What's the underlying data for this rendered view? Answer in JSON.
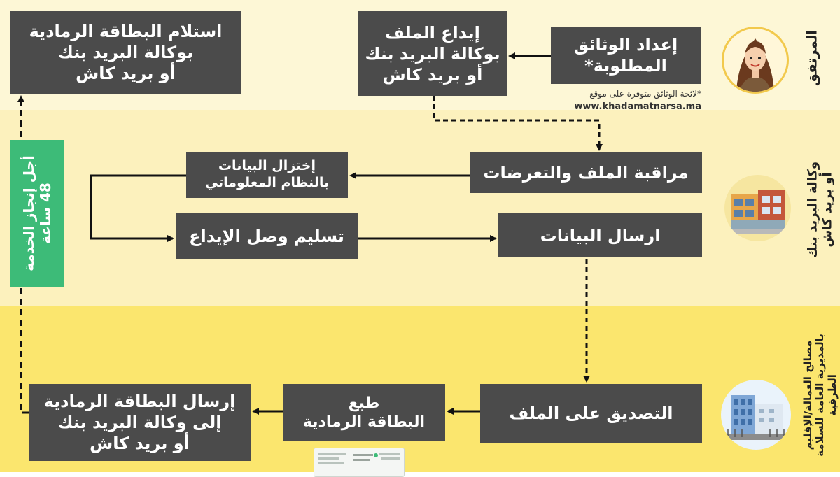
{
  "rows": {
    "applicant": "المرتفق",
    "post_office": "وكالة البريد بنك\nأو بريد كاش",
    "regional_service": "مصالح العمالة/الإقليم\nبالمديرية العامة للسلامة الطرقية"
  },
  "boxes": {
    "receive_card": "استلام البطاقة الرمادية\nبوكالة البريد بنك\nأو بريد كاش",
    "deposit_file": "إيداع الملف\nبوكالة البريد بنك\nأو بريد كاش",
    "prepare_docs": "إعداد الوثائق\nالمطلوبة*",
    "check_file": "مراقبة الملف والتعرضات",
    "enter_data": "إختزال البيانات\nبالنظام المعلوماتي",
    "deposit_receipt": "تسليم وصل الإيداع",
    "send_data": "ارسال البيانات",
    "validate_file": "التصديق على الملف",
    "print_card": "طبع\nالبطاقة الرمادية",
    "send_card": "إرسال البطاقة الرمادية\nإلى وكالة البريد بنك\nأو بريد كاش"
  },
  "note": {
    "text": "*لائحة الوثائق متوفرة على موقع",
    "site": "www.khadamatnarsa.ma"
  },
  "green_label": "أجل إنجاز الخدمة\n48 ساعة",
  "icons": {
    "applicant": "woman-avatar-icon",
    "post_office": "post-office-building-icon",
    "regional_service": "government-building-icon",
    "card": "grey-card-thumbnail"
  },
  "colors": {
    "box": "#4b4b4b",
    "green": "#3dbb78",
    "band_top": "#fdf7d6",
    "band_middle": "#fcf1bd",
    "band_bottom": "#fbe66e"
  }
}
